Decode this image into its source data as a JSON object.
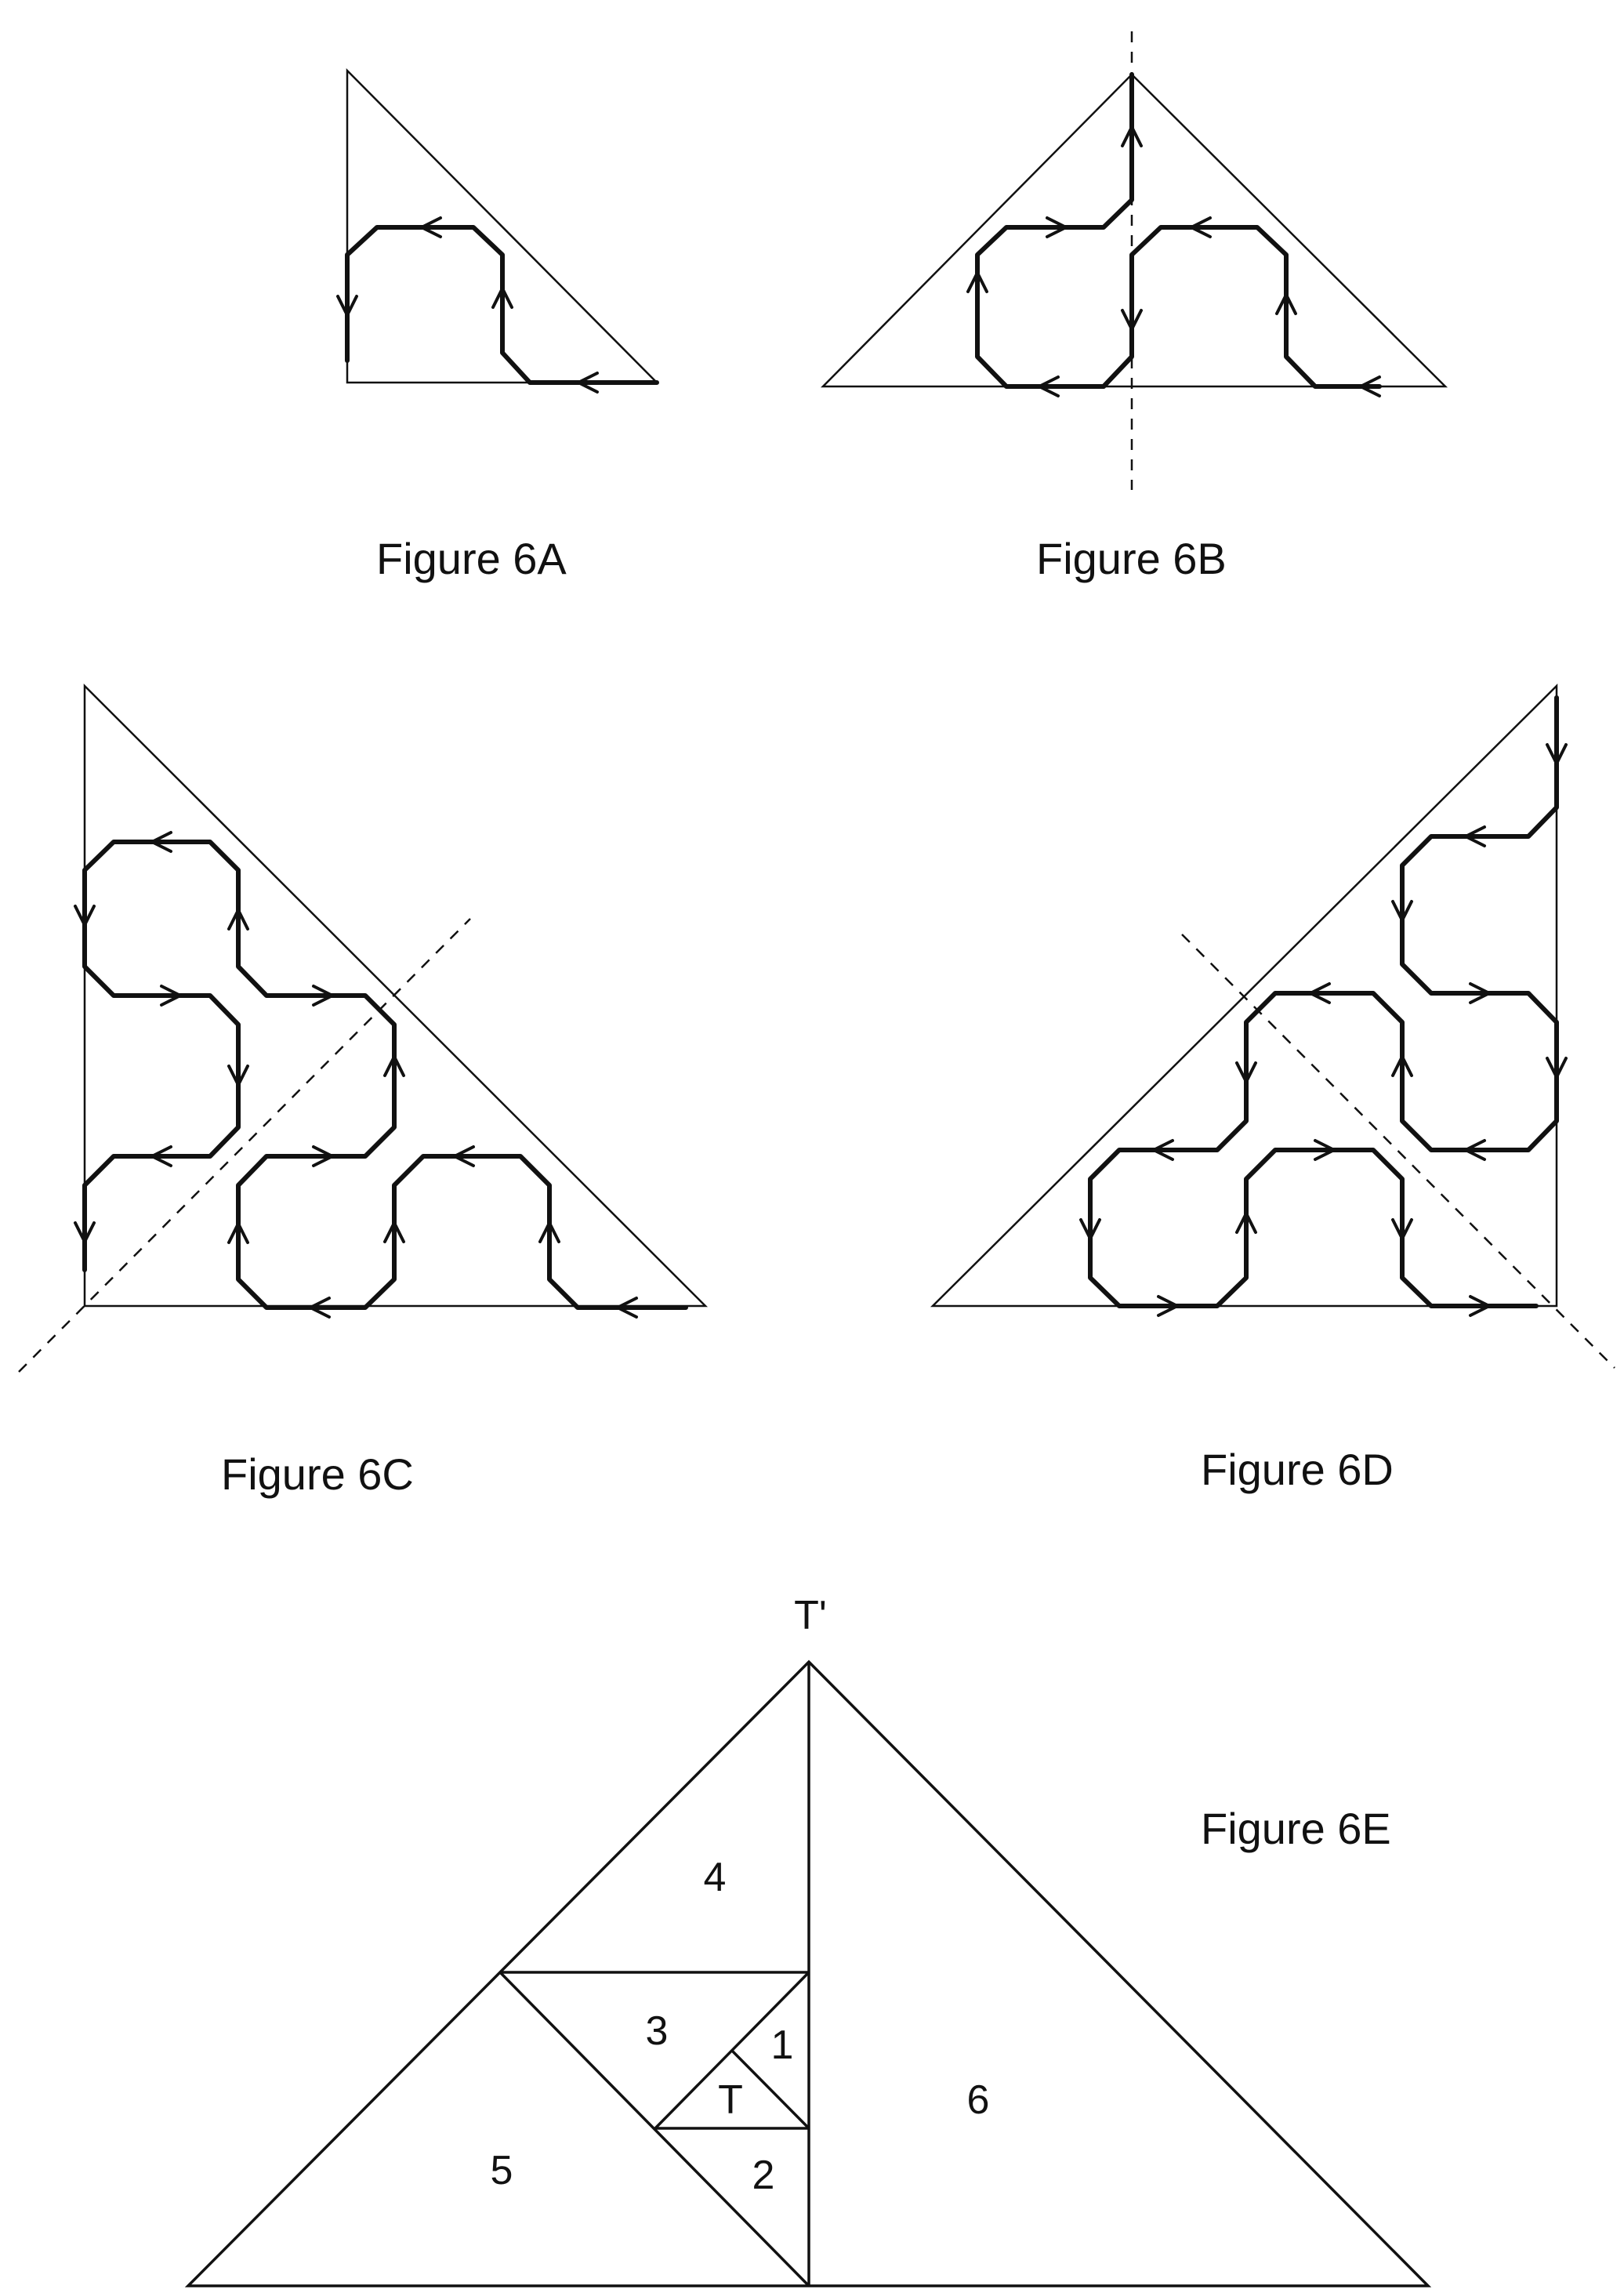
{
  "figures": {
    "a": {
      "caption": "Figure 6A"
    },
    "b": {
      "caption": "Figure 6B"
    },
    "c": {
      "caption": "Figure 6C"
    },
    "d": {
      "caption": "Figure 6D"
    },
    "e": {
      "caption": "Figure 6E",
      "apex_label": "T'",
      "regions": {
        "r1": "1",
        "r2": "2",
        "r3": "3",
        "r4": "4",
        "r5": "5",
        "r6": "6",
        "t": "T"
      }
    }
  }
}
